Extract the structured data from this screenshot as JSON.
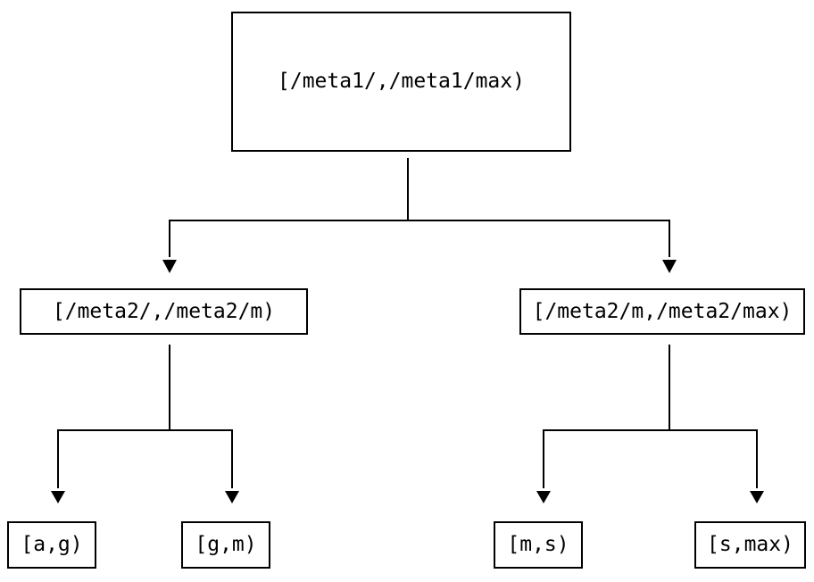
{
  "diagram": {
    "type": "tree",
    "colors": {
      "background": "#ffffff",
      "line": "#000000",
      "node_fill": "#ffffff",
      "node_border": "#000000",
      "text": "#000000"
    },
    "nodes": {
      "root": {
        "label": "[/meta1/,/meta1/max)"
      },
      "mid_left": {
        "label": "[/meta2/,/meta2/m)"
      },
      "mid_right": {
        "label": "[/meta2/m,/meta2/max)"
      },
      "leaf_ag": {
        "label": "[a,g)"
      },
      "leaf_gm": {
        "label": "[g,m)"
      },
      "leaf_ms": {
        "label": "[m,s)"
      },
      "leaf_smax": {
        "label": "[s,max)"
      }
    },
    "edges": [
      {
        "from": "root",
        "to": "mid_left"
      },
      {
        "from": "root",
        "to": "mid_right"
      },
      {
        "from": "mid_left",
        "to": "leaf_ag"
      },
      {
        "from": "mid_left",
        "to": "leaf_gm"
      },
      {
        "from": "mid_right",
        "to": "leaf_ms"
      },
      {
        "from": "mid_right",
        "to": "leaf_smax"
      }
    ]
  }
}
